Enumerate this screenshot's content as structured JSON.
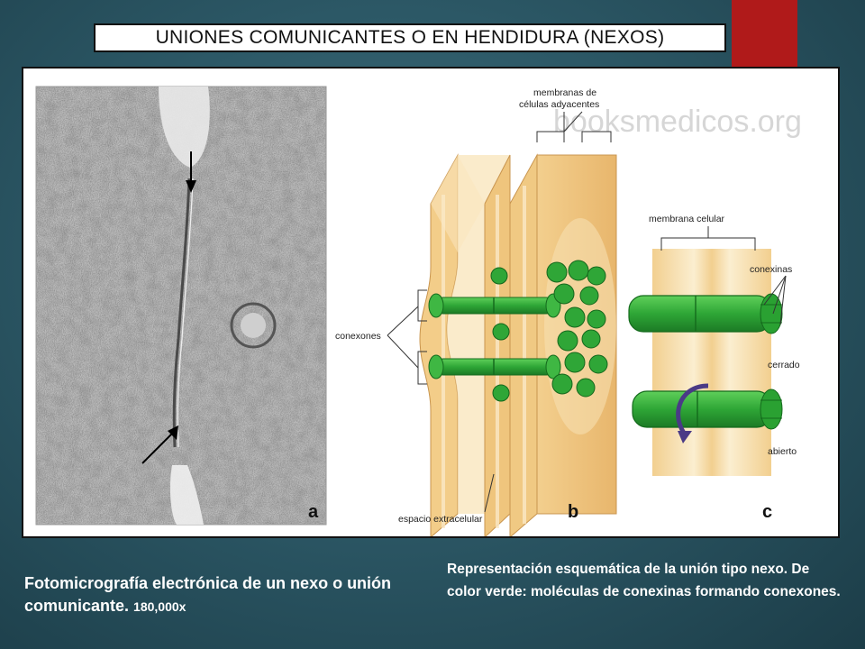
{
  "slide": {
    "title": "UNIONES  COMUNICANTES  O EN HENDIDURA (NEXOS)",
    "accent_color": "#b01a1a"
  },
  "figure": {
    "watermark": "booksmedicos.org",
    "panel_a": {
      "letter": "a"
    },
    "panel_b": {
      "letter": "b",
      "label_membranes_line1": "membranas de",
      "label_membranes_line2": "células adyacentes",
      "label_connexons": "conexones",
      "label_extracellular": "espacio extracelular"
    },
    "panel_c": {
      "letter": "c",
      "label_membrane": "membrana celular",
      "label_connexins": "conexinas",
      "label_closed": "cerrado",
      "label_open": "abierto"
    }
  },
  "captions": {
    "left_main": "Fotomicrografía electrónica de un nexo o unión comunicante. ",
    "left_mag": "180,000x",
    "right": "Representación esquemática de la unión tipo nexo. De color verde:  moléculas de conexinas formando conexones."
  }
}
